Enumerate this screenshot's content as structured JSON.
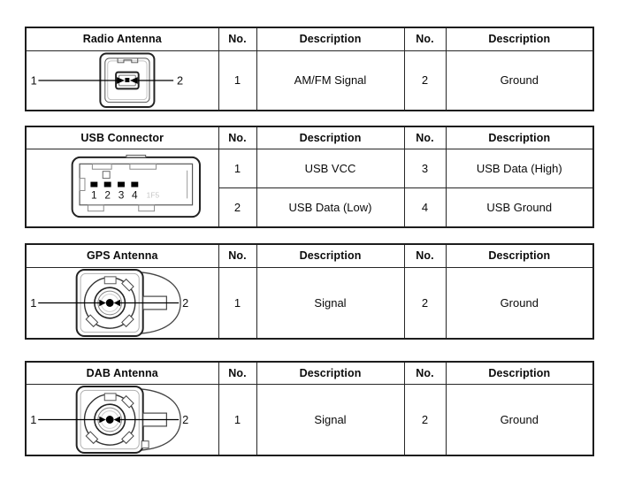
{
  "headers": {
    "no": "No.",
    "description": "Description"
  },
  "tables": [
    {
      "title": "Radio Antenna",
      "diagram": {
        "label_1": "1",
        "label_2": "2"
      },
      "rows": [
        {
          "no_left": "1",
          "desc_left": "AM/FM Signal",
          "no_right": "2",
          "desc_right": "Ground"
        }
      ]
    },
    {
      "title": "USB Connector",
      "diagram": {
        "pin_labels": [
          "1",
          "2",
          "3",
          "4"
        ],
        "marking": "1F5"
      },
      "rows": [
        {
          "no_left": "1",
          "desc_left": "USB VCC",
          "no_right": "3",
          "desc_right": "USB Data (High)"
        },
        {
          "no_left": "2",
          "desc_left": "USB Data (Low)",
          "no_right": "4",
          "desc_right": "USB Ground"
        }
      ]
    },
    {
      "title": "GPS Antenna",
      "diagram": {
        "label_1": "1",
        "label_2": "2"
      },
      "rows": [
        {
          "no_left": "1",
          "desc_left": "Signal",
          "no_right": "2",
          "desc_right": "Ground"
        }
      ]
    },
    {
      "title": "DAB Antenna",
      "diagram": {
        "label_1": "1",
        "label_2": "2"
      },
      "rows": [
        {
          "no_left": "1",
          "desc_left": "Signal",
          "no_right": "2",
          "desc_right": "Ground"
        }
      ]
    }
  ]
}
